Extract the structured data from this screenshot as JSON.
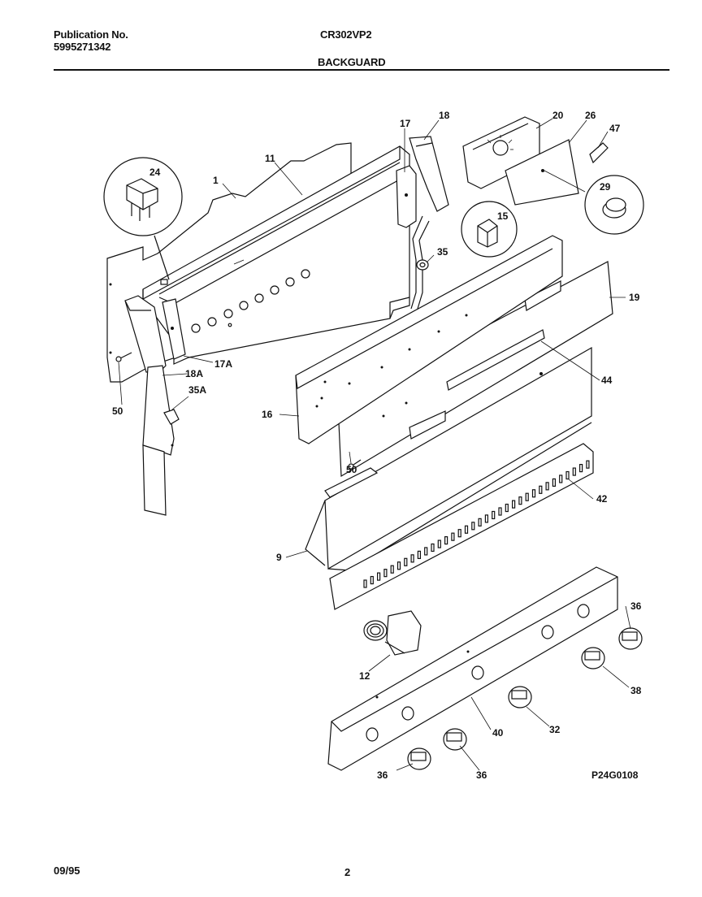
{
  "header": {
    "publication_label": "Publication No.",
    "publication_number": "5995271342",
    "model": "CR302VP2",
    "section_title": "BACKGUARD"
  },
  "footer": {
    "date": "09/95",
    "page_number": "2"
  },
  "diagram": {
    "drawing_code": "P24G0108",
    "part_labels": [
      "1",
      "11",
      "24",
      "17",
      "18",
      "20",
      "26",
      "47",
      "29",
      "15",
      "35",
      "19",
      "17A",
      "18A",
      "35A",
      "50",
      "16",
      "44",
      "50",
      "42",
      "9",
      "36",
      "12",
      "38",
      "32",
      "40",
      "36",
      "36"
    ]
  }
}
